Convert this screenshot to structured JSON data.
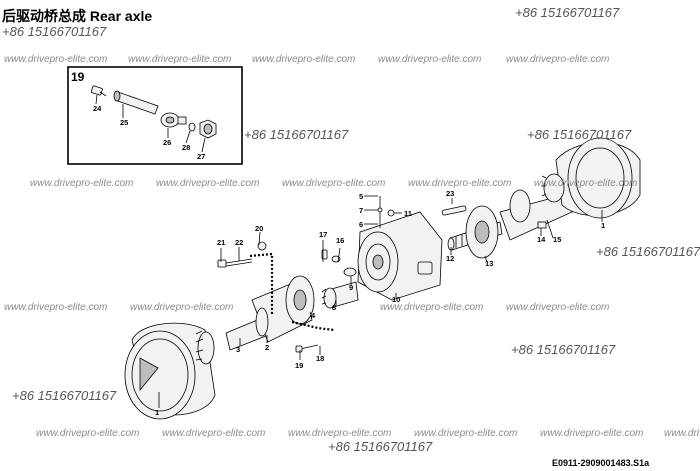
{
  "title": "后驱动桥总成  Rear axle",
  "phones": {
    "p1": "+86 15166701167",
    "p2": "+86 15166701167",
    "p3": "+86 15166701167",
    "p4": "+86 15166701167",
    "p5": "+86 15166701167",
    "p6": "+86 15166701167",
    "p7": "+86 15166701167",
    "p8": "+86 15166701167"
  },
  "watermarks": {
    "w1": "www.drivepro-elite.com",
    "w2": "www.drivepro-elite.com",
    "w3": "www.drivepro-elite.com",
    "w4": "www.drivepro-elite.com",
    "w5": "www.drivepro-elite.com",
    "w6": "www.drivepro-elite.com",
    "w7": "www.drivepro-elite.com",
    "w8": "www.drivepro-elite.com",
    "w9": "www.drivepro-elite.com",
    "w10": "www.drivepro-elite.com",
    "w11": "www.drivepro-elite.com",
    "w12": "www.drivepro-elite.com",
    "w13": "www.drivepro-elite.com",
    "w14": "www.drivepro-elite.com",
    "w15": "www.drivepro-elite.com",
    "w16": "www.drivepro-elite.com",
    "w17": "www.drivepro-elite.com",
    "w18": "www.drivepro-elite.com",
    "w19": "www.drivepro-elite.com",
    "w20": "www.drivepro-elite.com"
  },
  "inset_label": "19",
  "labels": {
    "n1a": "1",
    "n1b": "1",
    "n2": "2",
    "n3": "3",
    "n4": "4",
    "n5": "5",
    "n6": "6",
    "n7": "7",
    "n8": "8",
    "n9": "9",
    "n10": "10",
    "n11": "11",
    "n12": "12",
    "n13": "13",
    "n14": "14",
    "n15": "15",
    "n16": "16",
    "n17": "17",
    "n18": "18",
    "n19": "19",
    "n20": "20",
    "n21": "21",
    "n22": "22",
    "n23": "23",
    "n24": "24",
    "n25": "25",
    "n26": "26",
    "n27": "27",
    "n28": "28"
  },
  "drawing_code": "E0911-2909001483.S1a"
}
